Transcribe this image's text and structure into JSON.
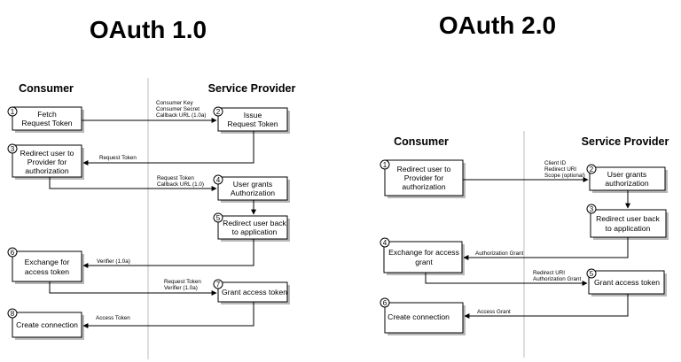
{
  "left": {
    "title": "OAuth 1.0",
    "consumer": "Consumer",
    "provider": "Service Provider",
    "steps": [
      {
        "num": "1",
        "lines": [
          "Fetch",
          "Request Token"
        ]
      },
      {
        "num": "2",
        "lines": [
          "Issue",
          "Request Token"
        ]
      },
      {
        "num": "3",
        "lines": [
          "Redirect user to",
          "Provider for",
          "authorization"
        ]
      },
      {
        "num": "4",
        "lines": [
          "User grants",
          "Authorization"
        ]
      },
      {
        "num": "5",
        "lines": [
          "Redirect user back",
          "to application"
        ]
      },
      {
        "num": "6",
        "lines": [
          "Exchange for",
          "access token"
        ]
      },
      {
        "num": "7",
        "lines": [
          "Grant access token"
        ]
      },
      {
        "num": "8",
        "lines": [
          "Create connection"
        ]
      }
    ],
    "labels": [
      [
        "Consumer Key",
        "Consumer Secret",
        "Callback URL (1.0a)"
      ],
      [
        "Request Token"
      ],
      [
        "Request Token",
        "Callback URL (1.0)"
      ],
      [
        "Verifier (1.0a)"
      ],
      [
        "Request Token",
        "Verifier (1.0a)"
      ],
      [
        "Access Token"
      ]
    ]
  },
  "right": {
    "title": "OAuth 2.0",
    "consumer": "Consumer",
    "provider": "Service Provider",
    "steps": [
      {
        "num": "1",
        "lines": [
          "Redirect user to",
          "Provider for",
          "authorization"
        ]
      },
      {
        "num": "2",
        "lines": [
          "User grants",
          "authorization"
        ]
      },
      {
        "num": "3",
        "lines": [
          "Redirect user back",
          "to application"
        ]
      },
      {
        "num": "4",
        "lines": [
          "Exchange for access",
          "grant"
        ]
      },
      {
        "num": "5",
        "lines": [
          "Grant access token"
        ]
      },
      {
        "num": "6",
        "lines": [
          "Create connection"
        ]
      }
    ],
    "labels": [
      [
        "Client ID",
        "Redirect URI",
        "Scope (optional)"
      ],
      [
        "Authorization Grant"
      ],
      [
        "Redirect URI",
        "Authorization Grant"
      ],
      [
        "Access Grant"
      ]
    ]
  }
}
